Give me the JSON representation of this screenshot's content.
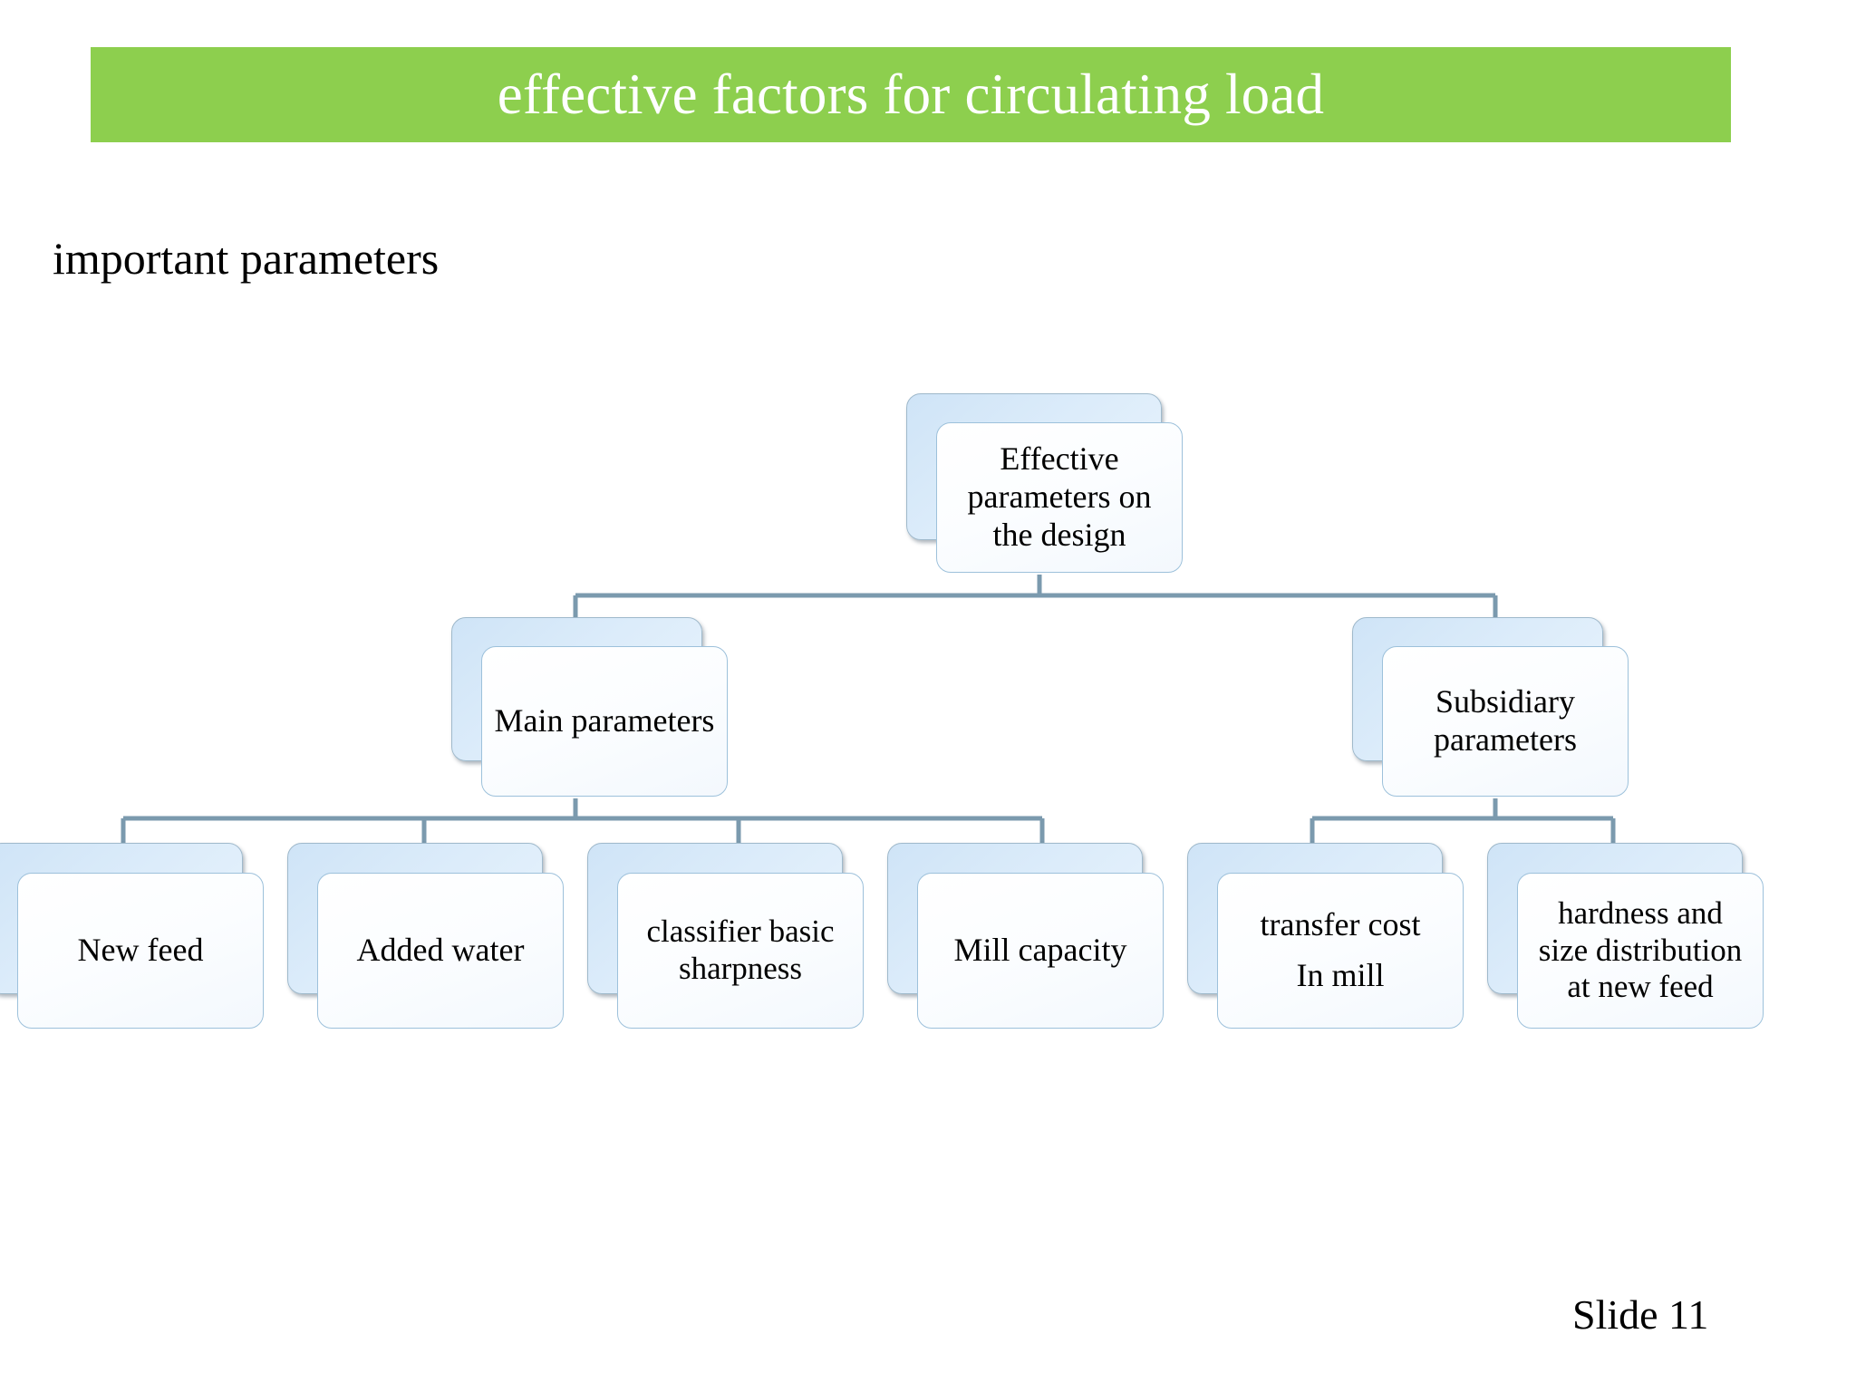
{
  "slide": {
    "title": "effective factors for circulating load",
    "subtitle": "important parameters",
    "slide_number": "Slide 11",
    "title_bar_color": "#8dcf4e",
    "title_text_color": "#ffffff",
    "connector_color": "#7b9aae",
    "box_plate_color": "#d7e9f8",
    "box_card_color": "#fbfdff",
    "box_border_color": "#9dc1db"
  },
  "diagram": {
    "type": "hierarchy",
    "root": {
      "label": "Effective parameters on the design",
      "line1": "Effective",
      "line2": "parameters on",
      "line3": "the design"
    },
    "branches": [
      {
        "label": "Main parameters",
        "children": [
          {
            "label": "New feed",
            "line1": "New feed",
            "line2": "",
            "line3": ""
          },
          {
            "label": "Added water",
            "line1": "Added water",
            "line2": "",
            "line3": ""
          },
          {
            "label": "classifier basic sharpness",
            "line1": "classifier basic",
            "line2": "sharpness",
            "line3": ""
          },
          {
            "label": "Mill capacity",
            "line1": "Mill capacity",
            "line2": "",
            "line3": ""
          }
        ]
      },
      {
        "label": "Subsidiary parameters",
        "line1": "Subsidiary",
        "line2": "parameters",
        "children": [
          {
            "label": "transfer cost In mill",
            "line1": "transfer cost",
            "line2": "In mill",
            "line3": ""
          },
          {
            "label": "hardness and size distribution at new feed",
            "line1": "hardness and",
            "line2": "size distribution",
            "line3": "at new feed"
          }
        ]
      }
    ]
  }
}
